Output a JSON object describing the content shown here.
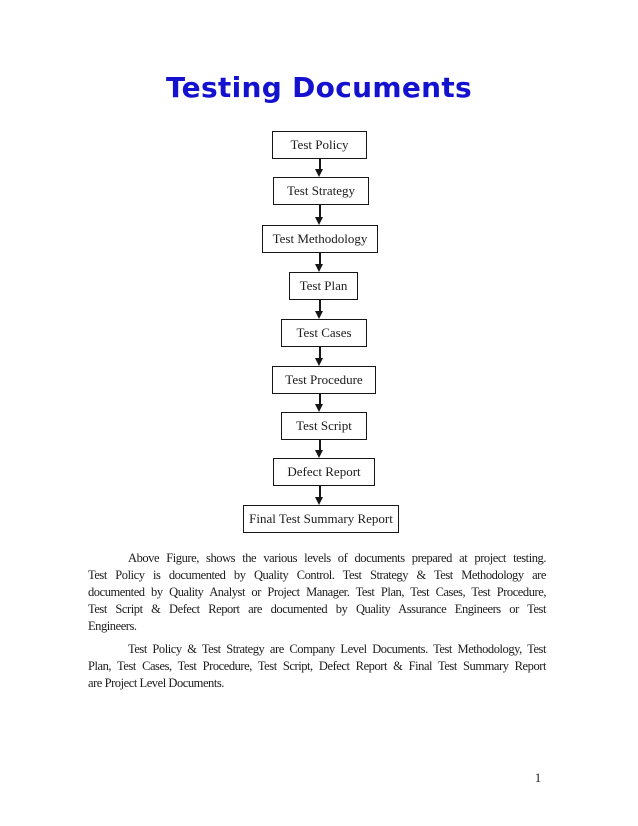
{
  "title": "Testing Documents",
  "flowchart": {
    "direction": "top-down",
    "nodes": [
      {
        "label": "Test Policy"
      },
      {
        "label": "Test Strategy"
      },
      {
        "label": "Test Methodology"
      },
      {
        "label": "Test Plan"
      },
      {
        "label": "Test Cases"
      },
      {
        "label": "Test Procedure"
      },
      {
        "label": "Test Script"
      },
      {
        "label": "Defect Report"
      },
      {
        "label": "Final Test Summary Report"
      }
    ]
  },
  "paragraphs": [
    {
      "lines": [
        "Above Figure, shows the various levels of documents prepared at project testing.",
        "Test Policy is documented by Quality Control. Test Strategy & Test Methodology are",
        "documented by Quality Analyst or Project Manager. Test Plan, Test Cases, Test Procedure,",
        "Test Script & Defect Report are documented by Quality Assurance Engineers or Test",
        "Engineers."
      ]
    },
    {
      "lines": [
        "Test Policy & Test Strategy are Company Level Documents. Test Methodology, Test",
        "Plan, Test Cases, Test Procedure, Test Script, Defect Report & Final Test Summary Report",
        "are Project Level Documents."
      ]
    }
  ],
  "page_number": "1",
  "colors": {
    "title_blue": "#1512cf",
    "ink": "#1c1c1c",
    "background": "#ffffff"
  }
}
